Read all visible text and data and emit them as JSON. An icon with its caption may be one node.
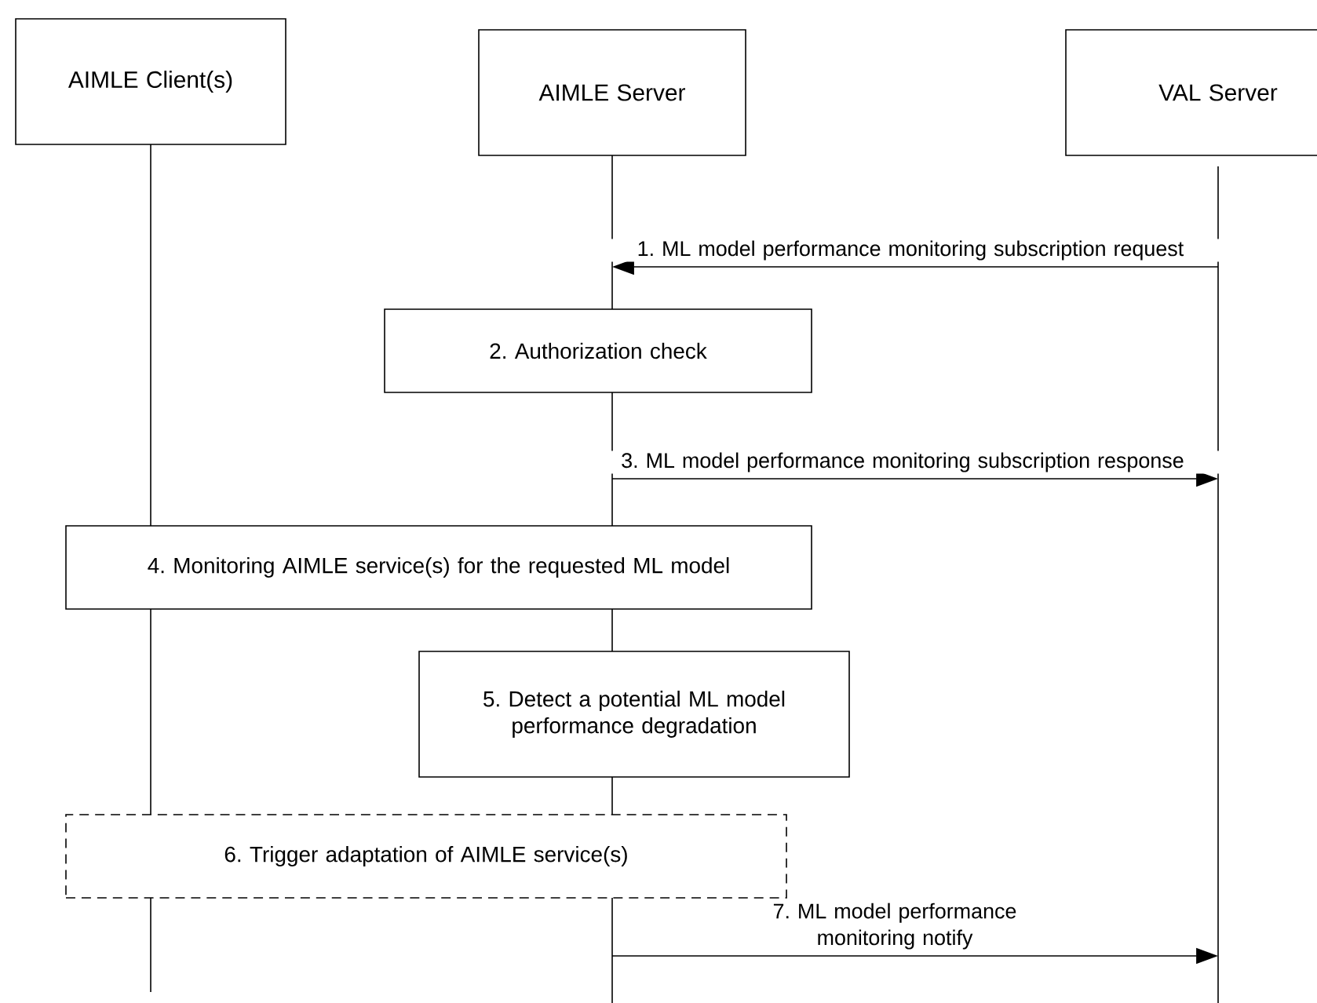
{
  "diagram": {
    "nodes": [
      {
        "text": [
          "AIMLE Client(s)"
        ]
      },
      {
        "text": [
          "AIMLE Server"
        ]
      },
      {
        "text": [
          "VAL  Server"
        ]
      },
      {
        "text": [
          "2. Authorization check"
        ]
      },
      {
        "text": [
          "4. Monitoring AIMLE service(s) for the requested ML model"
        ]
      },
      {
        "text": [
          "5. Detect a potential ML model performance degradation"
        ]
      },
      {
        "text": [
          "6. Trigger adaptation of AIMLE service(s)"
        ]
      }
    ],
    "edges": [
      {
        "from": 2,
        "to": 1,
        "arrow": "to",
        "label": "1. ML model performance monitoring subscription request"
      },
      {
        "from": 1,
        "to": 2,
        "arrow": "to",
        "label": "3. ML model performance monitoring subscription response"
      },
      {
        "from": 1,
        "to": 2,
        "arrow": "to",
        "label": "7. ML model performance monitoring notify"
      }
    ]
  }
}
